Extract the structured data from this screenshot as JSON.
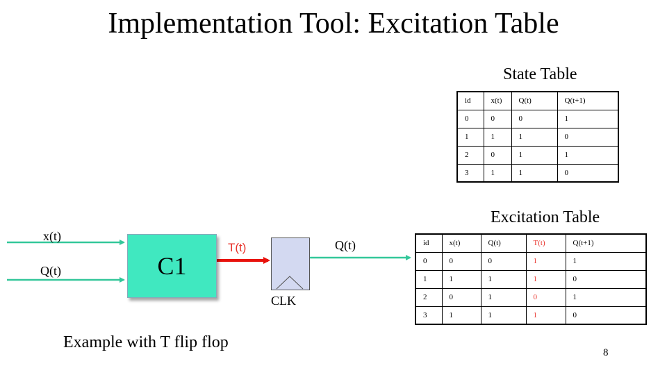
{
  "title": "Implementation Tool: Excitation Table",
  "state_table": {
    "caption": "State Table",
    "rows": [
      [
        "id",
        "x(t)",
        "Q(t)",
        "Q(t+1)"
      ],
      [
        "0",
        "0",
        "0",
        "1"
      ],
      [
        "1",
        "1",
        "1",
        "0"
      ],
      [
        "2",
        "0",
        "1",
        "1"
      ],
      [
        "3",
        "1",
        "1",
        "0"
      ]
    ]
  },
  "excitation_table": {
    "caption": "Excitation Table",
    "highlight_column": 3,
    "highlight_color": "#e8332b",
    "rows": [
      [
        "id",
        "x(t)",
        "Q(t)",
        "T(t)",
        "Q(t+1)"
      ],
      [
        "0",
        "0",
        "0",
        "1",
        "1"
      ],
      [
        "1",
        "1",
        "1",
        "1",
        "0"
      ],
      [
        "2",
        "0",
        "1",
        "0",
        "1"
      ],
      [
        "3",
        "1",
        "1",
        "1",
        "0"
      ]
    ]
  },
  "circuit": {
    "input_x_label": "x(t)",
    "input_q_label": "Q(t)",
    "block_label": "C1",
    "t_label": "T(t)",
    "output_label": "Q(t)",
    "clk_label": "CLK",
    "wire_color": "#33c79a",
    "t_wire_color": "#e8120c",
    "block_color": "#40e8c0",
    "flipflop_color": "#d3d9f1"
  },
  "example_caption": "Example with T flip flop",
  "page_number": "8"
}
